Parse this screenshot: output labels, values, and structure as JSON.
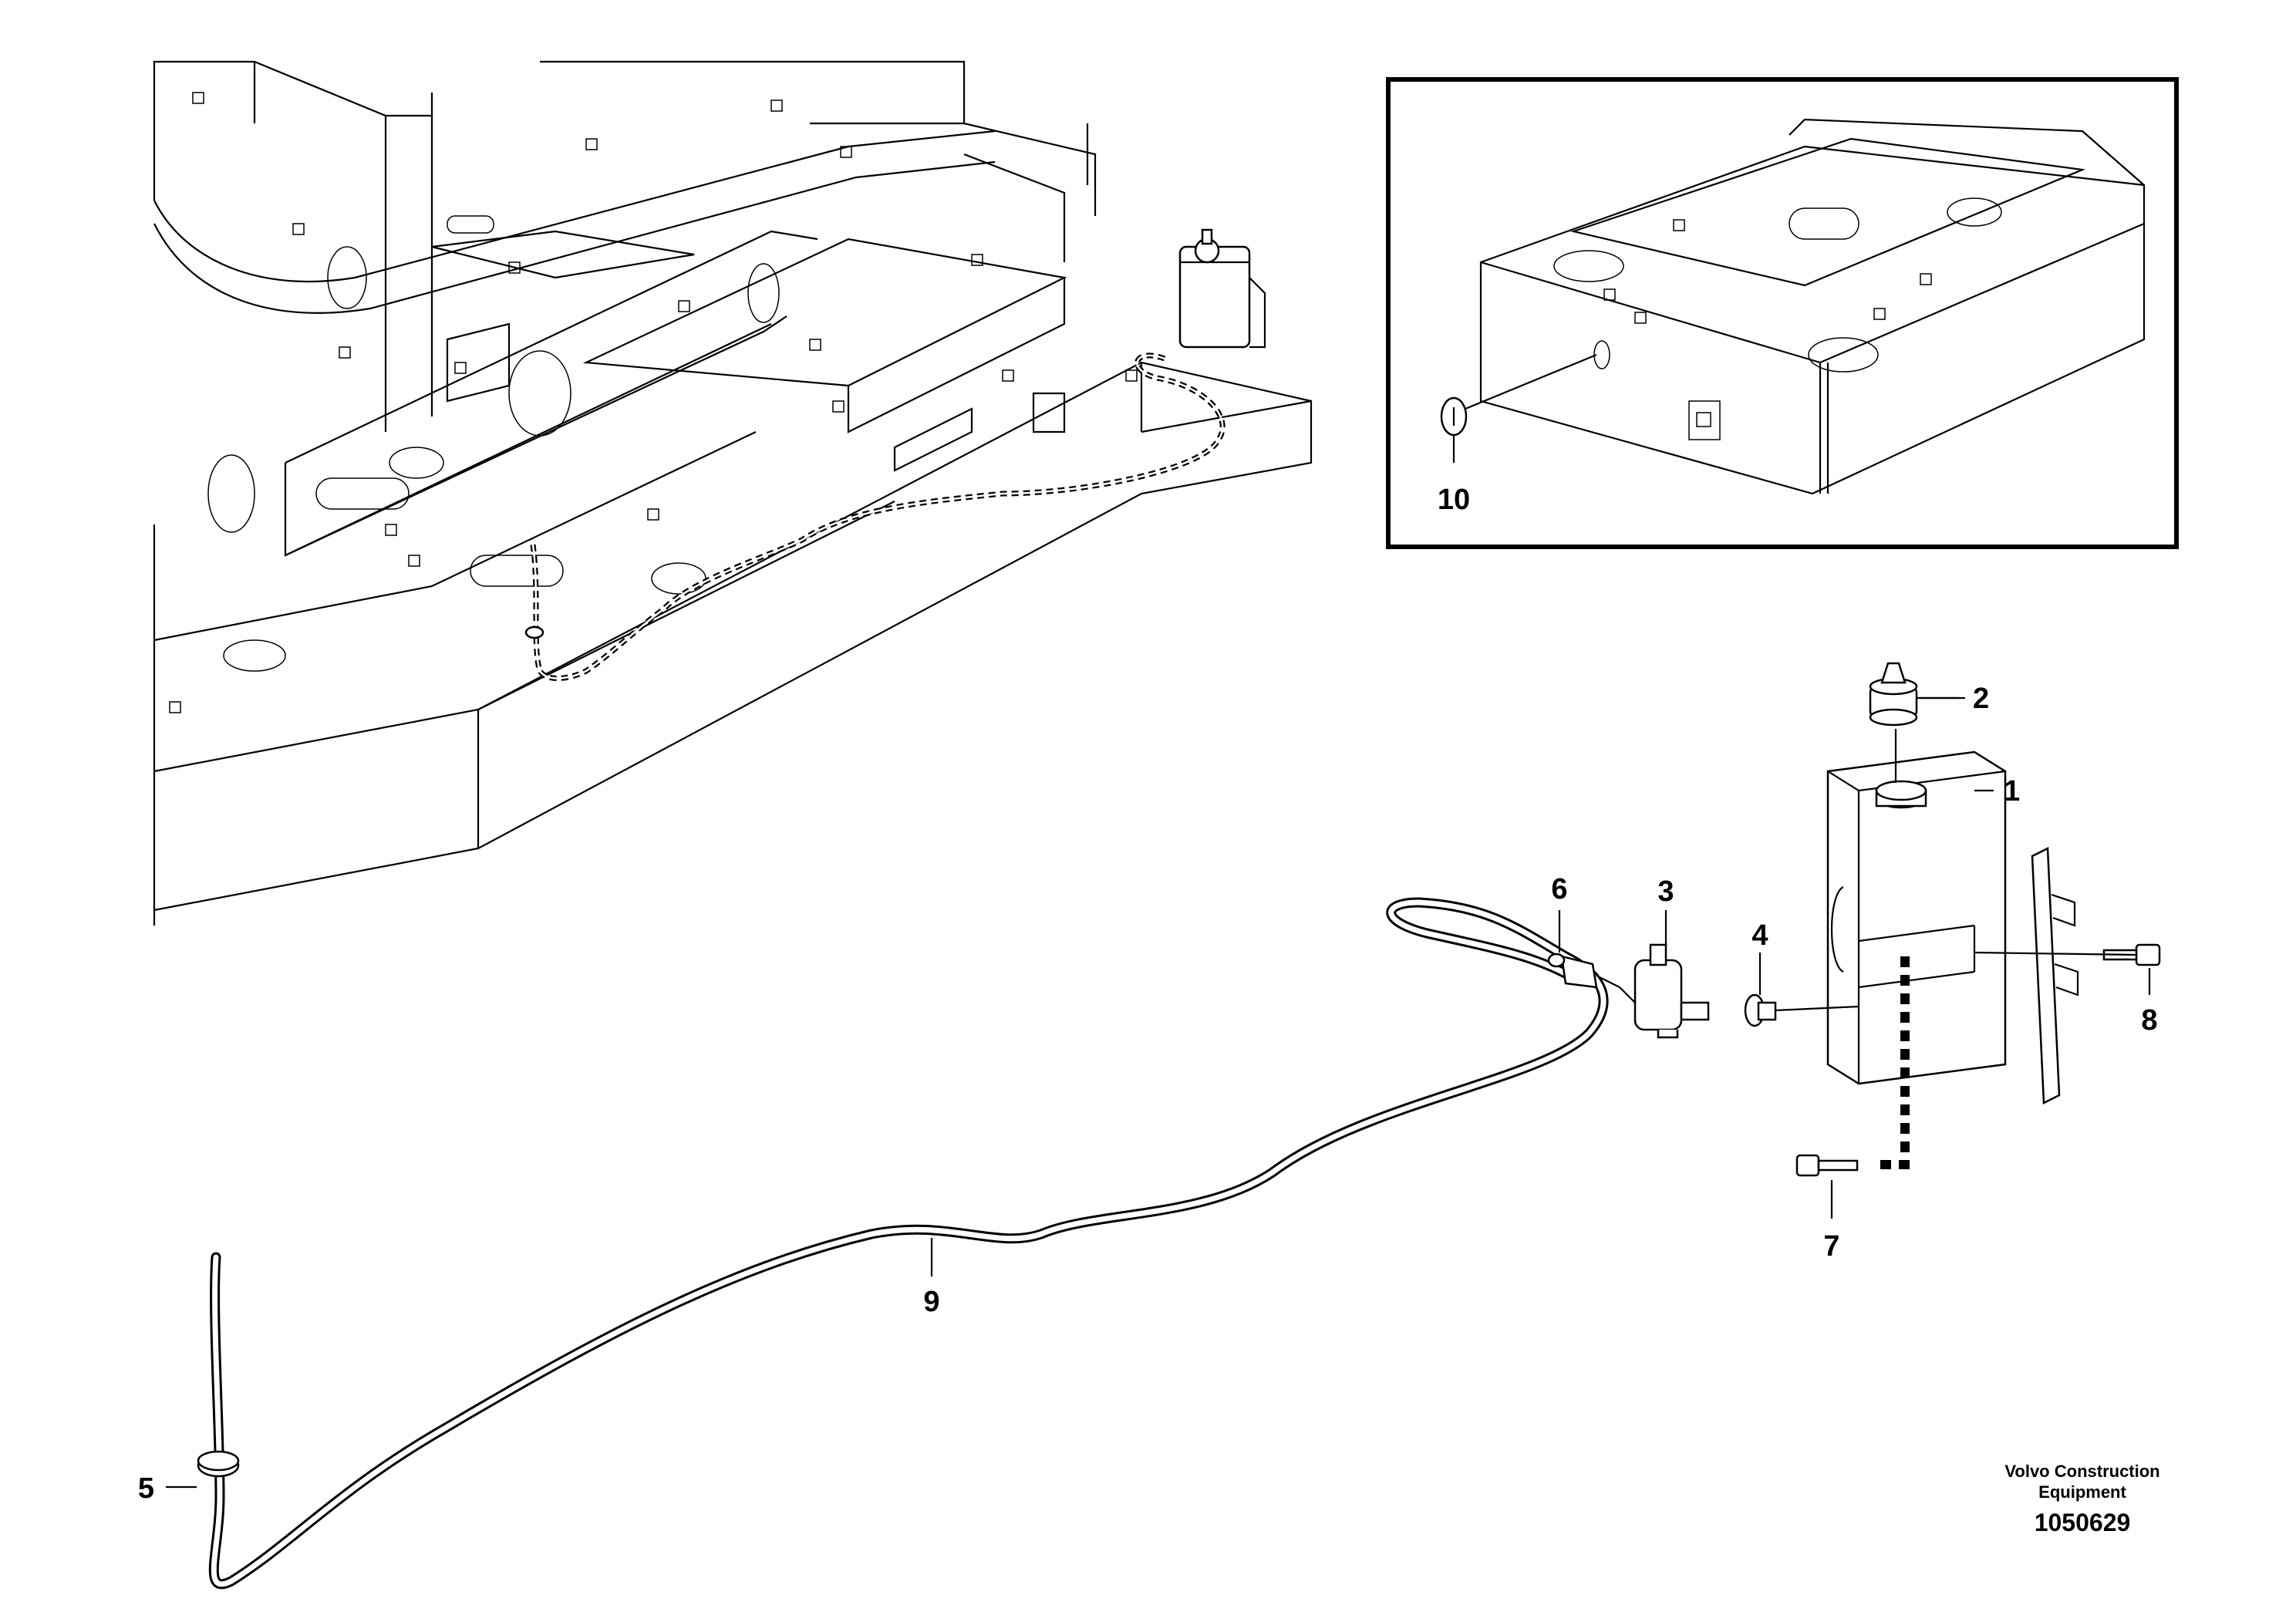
{
  "callouts": [
    {
      "id": "1",
      "label": "1"
    },
    {
      "id": "2",
      "label": "2"
    },
    {
      "id": "3",
      "label": "3"
    },
    {
      "id": "4",
      "label": "4"
    },
    {
      "id": "5",
      "label": "5"
    },
    {
      "id": "6",
      "label": "6"
    },
    {
      "id": "7",
      "label": "7"
    },
    {
      "id": "8",
      "label": "8"
    },
    {
      "id": "9",
      "label": "9"
    },
    {
      "id": "10",
      "label": "10"
    }
  ],
  "footer": {
    "brand_line1": "Volvo Construction",
    "brand_line2": "Equipment",
    "drawing_number": "1050629"
  }
}
